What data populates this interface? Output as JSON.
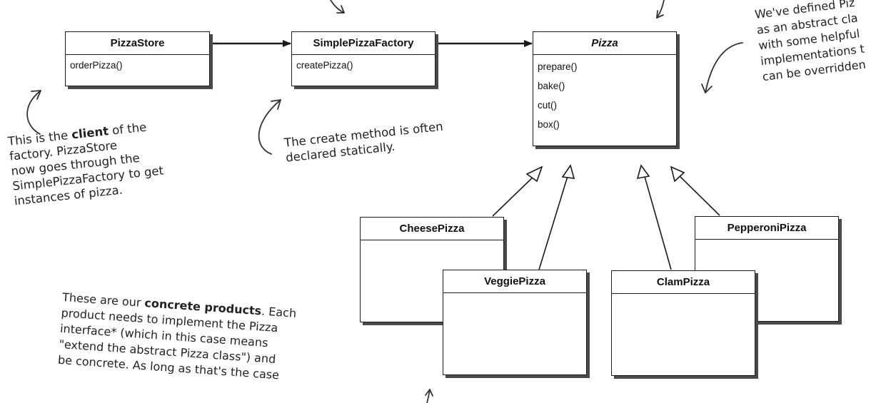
{
  "classes": {
    "pizza_store": {
      "name": "PizzaStore",
      "methods": [
        "orderPizza()"
      ]
    },
    "simple_factory": {
      "name": "SimplePizzaFactory",
      "methods": [
        "createPizza()"
      ]
    },
    "pizza": {
      "name": "Pizza",
      "methods": [
        "prepare()",
        "bake()",
        "cut()",
        "box()"
      ]
    },
    "cheese": {
      "name": "CheesePizza"
    },
    "veggie": {
      "name": "VeggiePizza"
    },
    "clam": {
      "name": "ClamPizza"
    },
    "pepperoni": {
      "name": "PepperoniPizza"
    }
  },
  "notes": {
    "client": {
      "line1_pre": "This is the ",
      "line1_bold": "client",
      "line1_post": " of the",
      "line2": "factory. PizzaStore",
      "line3": "now goes through the",
      "line4": "SimplePizzaFactory to get",
      "line5": "instances of pizza."
    },
    "create_method": {
      "line1": "The create method is often",
      "line2": "declared statically."
    },
    "abstract_pizza": {
      "line1": "We've defined Piz",
      "line2": "as an abstract cla",
      "line3": "with some helpful",
      "line4": "implementations t",
      "line5": "can be overridden"
    },
    "concrete": {
      "line1_pre": "These are our ",
      "line1_bold": "concrete products",
      "line1_post": ". Each",
      "line2": "product needs to implement the Pizza",
      "line3": "interface* (which in this case means",
      "line4": "\"extend the abstract Pizza class\") and",
      "line5": "be concrete. As long as that's the case"
    }
  },
  "colors": {
    "line": "#1a1a1a",
    "shadow": "#4a4a4a",
    "note_text": "#222222"
  }
}
